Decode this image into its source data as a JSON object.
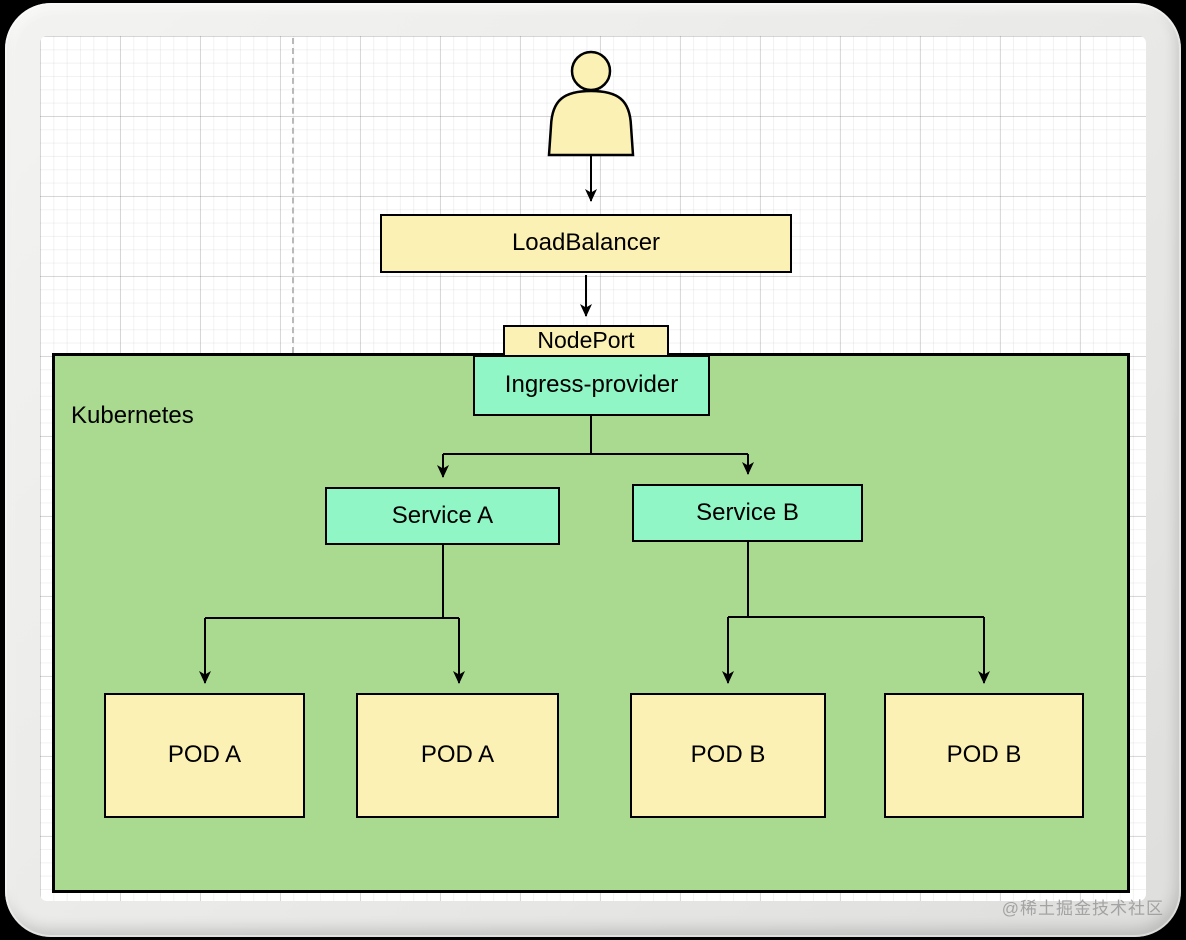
{
  "diagram": {
    "nodes": {
      "user": {
        "icon": "user-icon"
      },
      "loadbalancer": {
        "label": "LoadBalancer"
      },
      "nodeport": {
        "label": "NodePort"
      },
      "kubernetes": {
        "label": "Kubernetes"
      },
      "ingress": {
        "label": "Ingress-provider"
      },
      "service_a": {
        "label": "Service A"
      },
      "service_b": {
        "label": "Service B"
      },
      "pod_a1": {
        "label": "POD A"
      },
      "pod_a2": {
        "label": "POD A"
      },
      "pod_b1": {
        "label": "POD B"
      },
      "pod_b2": {
        "label": "POD B"
      }
    },
    "colors": {
      "node_yellow": "#fbf1b4",
      "node_mint": "#90f6c5",
      "kubernetes_green": "#a9da8f",
      "border": "#000000",
      "guide_dash": "#b9b9b9"
    }
  },
  "watermark": {
    "text": "@稀土掘金技术社区",
    "color": "#a3a3a3"
  }
}
